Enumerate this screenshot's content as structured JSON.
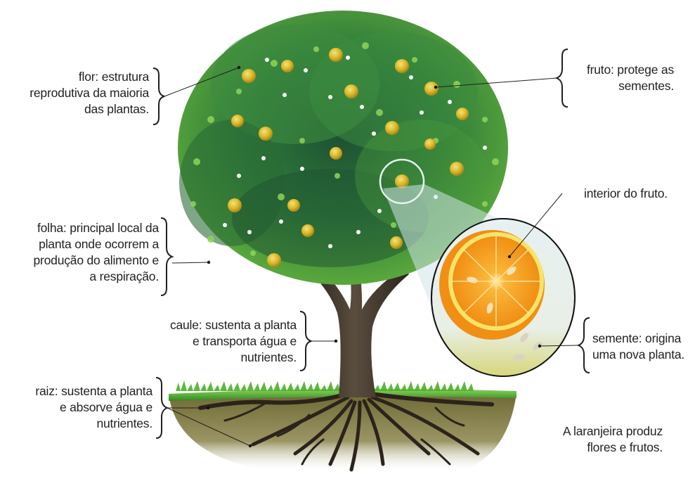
{
  "diagram": {
    "subject": "orange tree (laranjeira) parts",
    "colors": {
      "leaf_dark": "#0f3d2a",
      "leaf_mid": "#2e7d32",
      "leaf_light": "#7cc242",
      "fruit": "#d9b626",
      "flower": "#ffffff",
      "trunk": "#3b3128",
      "soil": "#7d7a3e",
      "grass": "#4caf2a",
      "orange_peel": "#f39a1e",
      "orange_pulp": "#f7a21b",
      "orange_rind": "#f6e46a",
      "magnifier_bg": "#e4eef0",
      "text": "#231f20"
    }
  },
  "labels": {
    "flor": {
      "lines": [
        "flor: estrutura",
        "reprodutiva da maioria",
        "das plantas."
      ]
    },
    "fruto": {
      "lines": [
        "fruto: protege as",
        "sementes."
      ]
    },
    "interior": {
      "lines": [
        "interior do fruto."
      ]
    },
    "folha": {
      "lines": [
        "folha: principal local da",
        "planta onde ocorrem a",
        "produção do alimento e",
        "a respiração."
      ]
    },
    "caule": {
      "lines": [
        "caule: sustenta a planta",
        "e transporta água e",
        "nutrientes."
      ]
    },
    "semente": {
      "lines": [
        "semente: origina",
        "uma nova planta."
      ]
    },
    "raiz": {
      "lines": [
        "raiz: sustenta a planta",
        "e absorve água e",
        "nutrientes."
      ]
    },
    "caption": {
      "lines": [
        "A laranjeira produz",
        "flores e frutos."
      ]
    }
  }
}
